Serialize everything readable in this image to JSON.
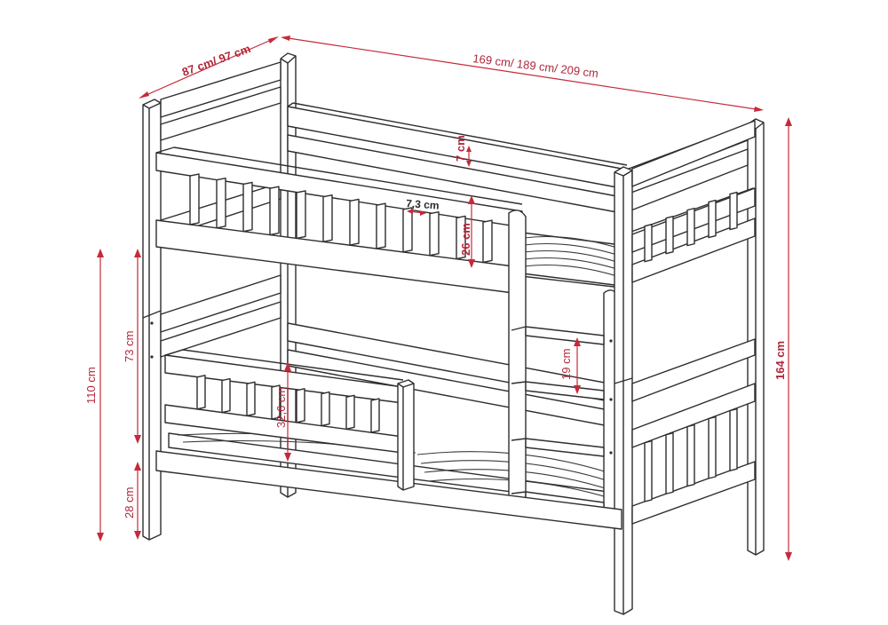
{
  "dimensions": {
    "depth": "87 cm/ 97 cm",
    "length": "169 cm/ 189 cm/ 209 cm",
    "total_height": "164 cm",
    "lower_height": "110 cm",
    "lower_bed_to_top": "73 cm",
    "floor_clearance": "28 cm",
    "rail_height_top": "26 cm",
    "rail_gap": "7 cm",
    "slat_spacing": "7,3 cm",
    "ladder_step": "19 cm",
    "rail_height_bottom": "32,6 cm"
  },
  "colors": {
    "dimension": "#c62a3a",
    "outline": "#2e2e2e",
    "background": "#ffffff"
  }
}
